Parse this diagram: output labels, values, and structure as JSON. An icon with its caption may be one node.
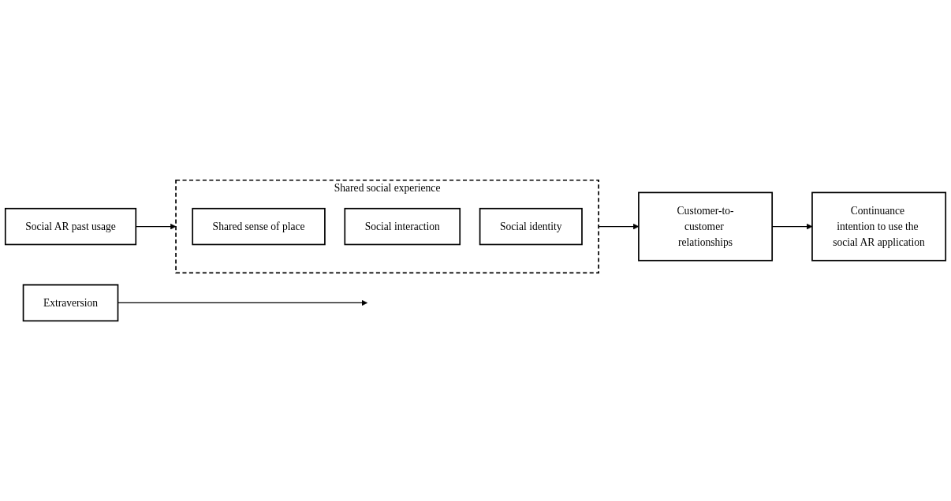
{
  "diagram": {
    "nodes": [
      {
        "text": [
          "Social AR past usage"
        ]
      },
      {
        "text": [
          "Shared social experience"
        ]
      },
      {
        "text": [
          "Shared sense of place"
        ],
        "in": 1
      },
      {
        "text": [
          "Social interaction"
        ],
        "in": 1
      },
      {
        "text": [
          "Social identity"
        ],
        "in": 1
      },
      {
        "text": [
          "Customer-to-customer relationships"
        ]
      },
      {
        "text": [
          "Continuance intention to use the social AR application"
        ]
      },
      {
        "text": [
          "Extraversion"
        ]
      }
    ],
    "edges": [
      {
        "from": 0,
        "to": 1,
        "arrow": "to"
      },
      {
        "from": 7,
        "to": null,
        "arrow": "to"
      },
      {
        "from": 1,
        "to": 5,
        "arrow": "to"
      },
      {
        "from": 5,
        "to": 6,
        "arrow": "to"
      }
    ]
  }
}
